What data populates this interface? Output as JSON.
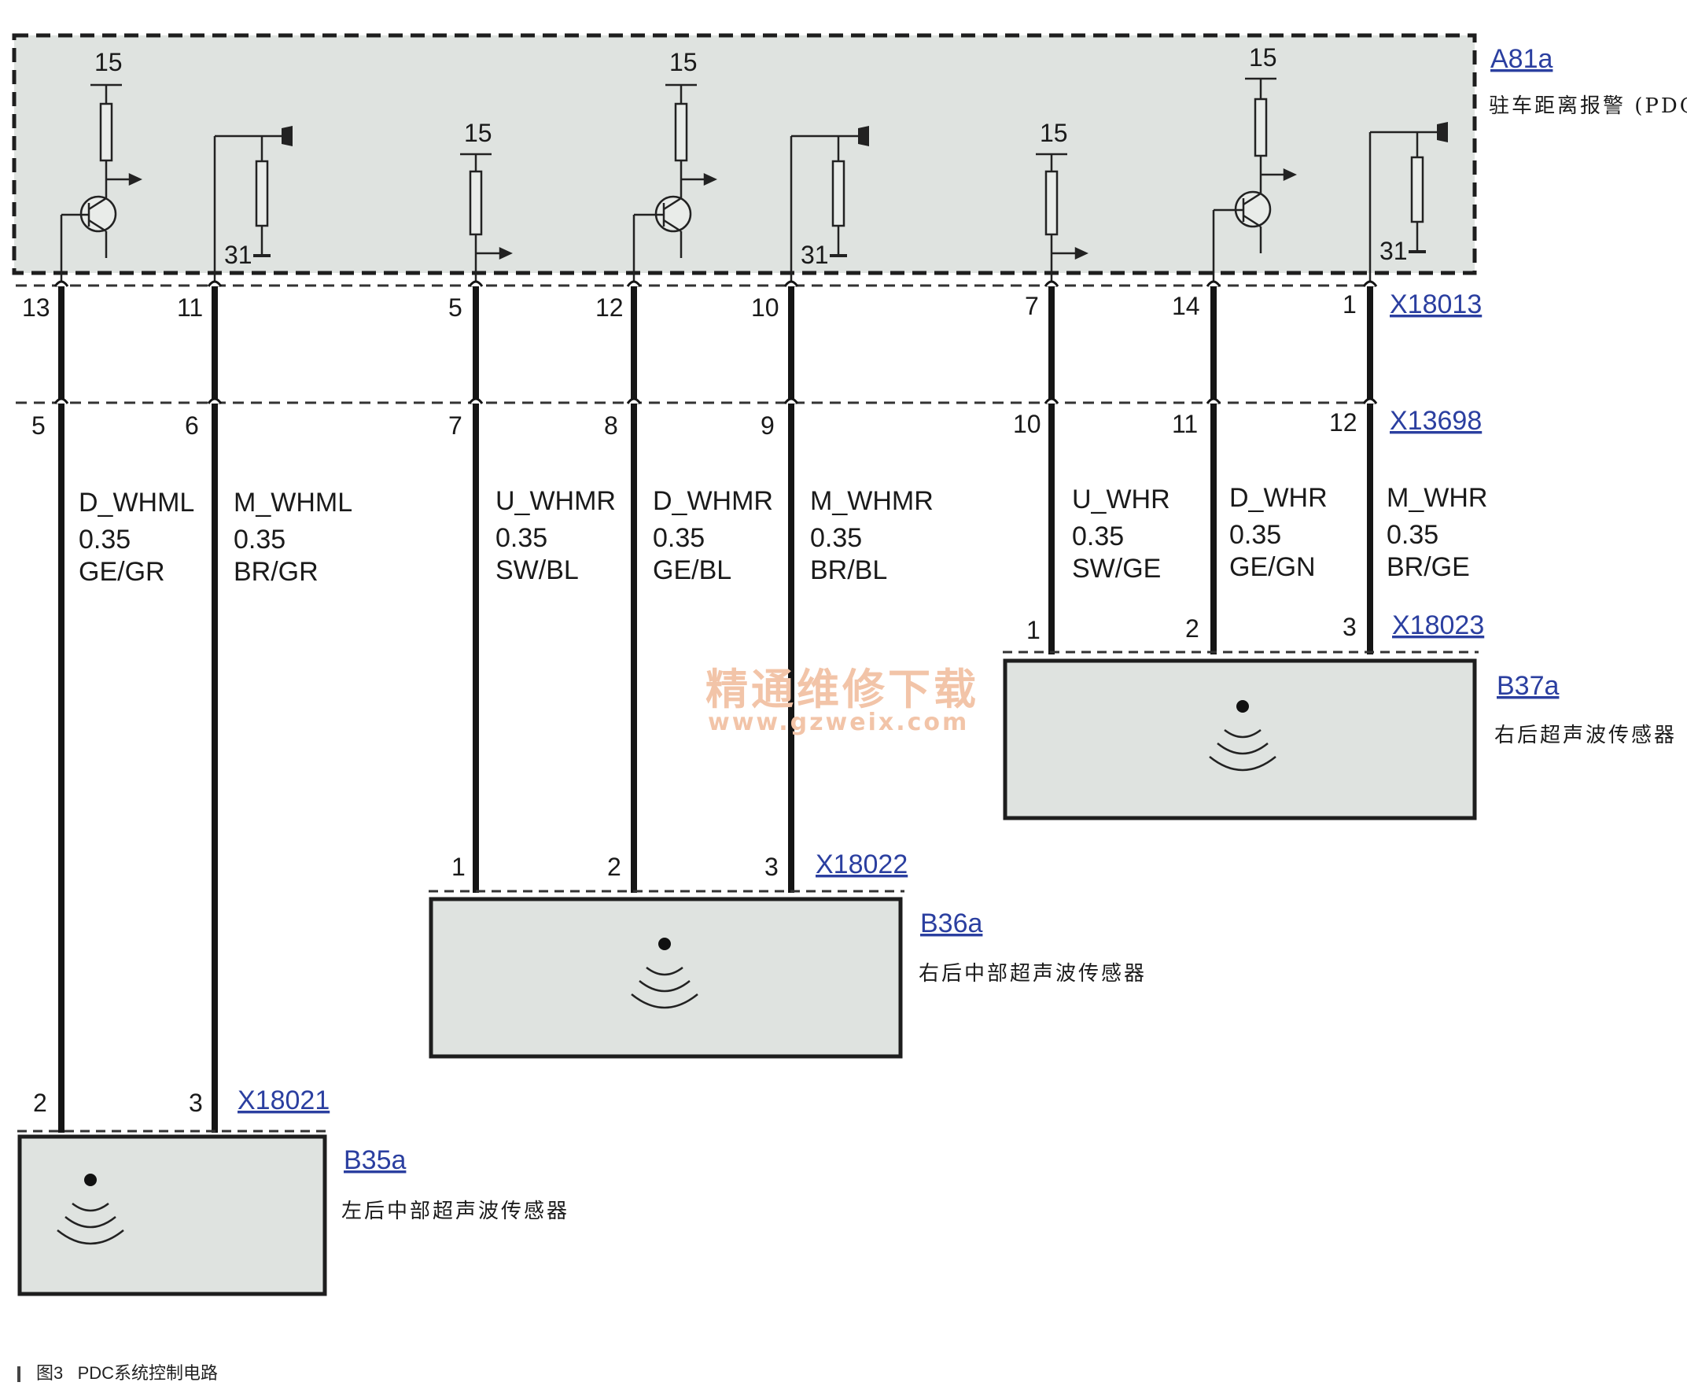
{
  "module": {
    "id": "A81a",
    "name": "驻车距离报警 (PDC)",
    "supply_label": "15",
    "ground_label": "31"
  },
  "connectors": {
    "top": {
      "id": "X18013",
      "pins": [
        "13",
        "11",
        "5",
        "12",
        "10",
        "7",
        "14",
        "1"
      ]
    },
    "mid": {
      "id": "X13698",
      "pins": [
        "5",
        "6",
        "7",
        "8",
        "9",
        "10",
        "11",
        "12"
      ]
    },
    "sensor_left": {
      "id": "X18021",
      "pins": [
        "2",
        "3"
      ]
    },
    "sensor_mid": {
      "id": "X18022",
      "pins": [
        "1",
        "2",
        "3"
      ]
    },
    "sensor_right": {
      "id": "X18023",
      "pins": [
        "1",
        "2",
        "3"
      ]
    }
  },
  "wires": [
    {
      "signal": "D_WHML",
      "gauge": "0.35",
      "color": "GE/GR"
    },
    {
      "signal": "M_WHML",
      "gauge": "0.35",
      "color": "BR/GR"
    },
    {
      "signal": "U_WHMR",
      "gauge": "0.35",
      "color": "SW/BL"
    },
    {
      "signal": "D_WHMR",
      "gauge": "0.35",
      "color": "GE/BL"
    },
    {
      "signal": "M_WHMR",
      "gauge": "0.35",
      "color": "BR/BL"
    },
    {
      "signal": "U_WHR",
      "gauge": "0.35",
      "color": "SW/GE"
    },
    {
      "signal": "D_WHR",
      "gauge": "0.35",
      "color": "GE/GN"
    },
    {
      "signal": "M_WHR",
      "gauge": "0.35",
      "color": "BR/GE"
    }
  ],
  "sensors": [
    {
      "id": "B35a",
      "name": "左后中部超声波传感器"
    },
    {
      "id": "B36a",
      "name": "右后中部超声波传感器"
    },
    {
      "id": "B37a",
      "name": "右后超声波传感器"
    }
  ],
  "watermark": {
    "line1": "精通维修下载",
    "line2": "www.gzweix.com"
  },
  "caption": {
    "figure": "图3",
    "title": "PDC系统控制电路"
  },
  "colors": {
    "box_fill": "#dfe3e0",
    "wire": "#151515",
    "link": "#2b3fa0",
    "watermark": "#f2c4a8"
  }
}
